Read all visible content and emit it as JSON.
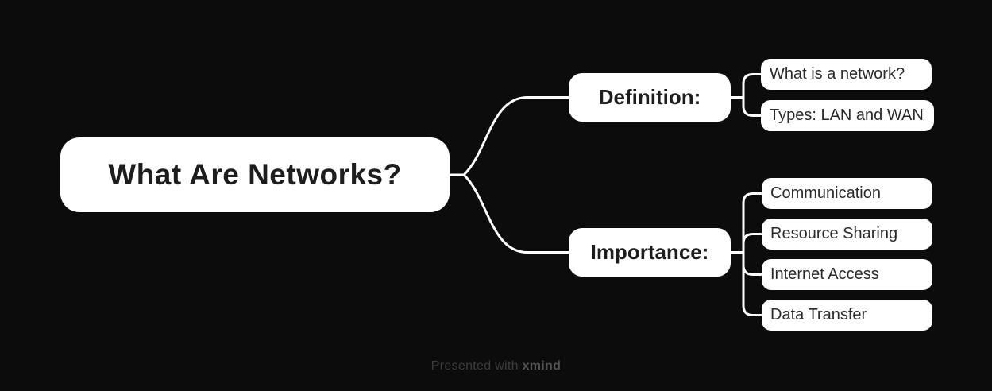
{
  "colors": {
    "background": "#0c0c0c",
    "node_fill": "#ffffff",
    "node_text": "#1d1d1d",
    "connector": "#ffffff",
    "footer_text": "#3e3e3e",
    "footer_brand": "#545454"
  },
  "mindmap": {
    "root": {
      "label": "What Are Networks?"
    },
    "branches": [
      {
        "label": "Definition:",
        "children": [
          {
            "label": "What is a network?"
          },
          {
            "label": "Types: LAN and WAN"
          }
        ]
      },
      {
        "label": "Importance:",
        "children": [
          {
            "label": "Communication"
          },
          {
            "label": "Resource Sharing"
          },
          {
            "label": "Internet Access"
          },
          {
            "label": "Data Transfer"
          }
        ]
      }
    ]
  },
  "footer": {
    "prefix": "Presented with ",
    "brand": "xmind"
  }
}
